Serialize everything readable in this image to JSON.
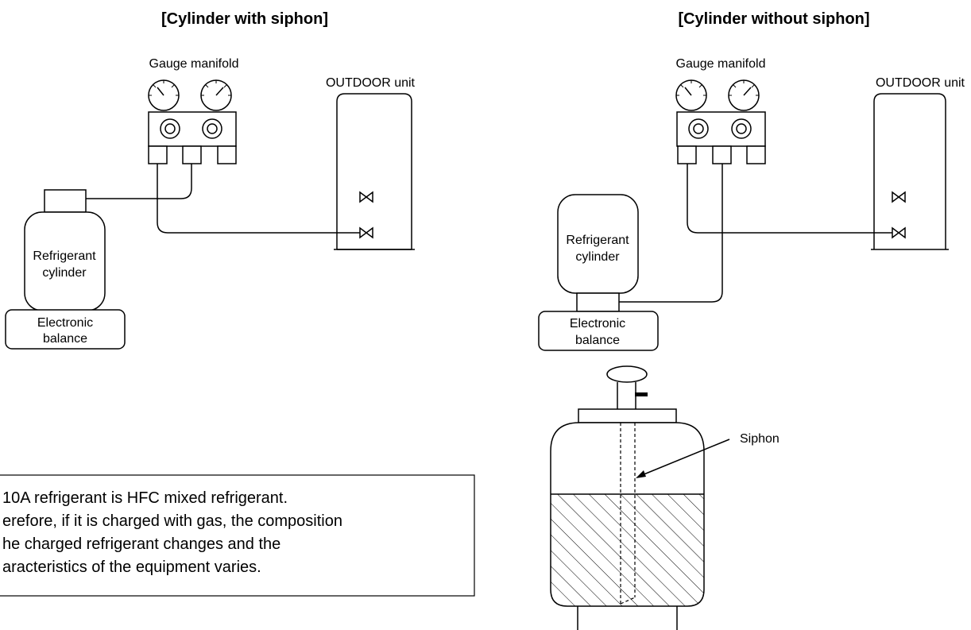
{
  "left_panel": {
    "title": "[Cylinder with siphon]",
    "gauge_label": "Gauge manifold",
    "outdoor_label": "OUTDOOR unit",
    "cylinder_label_1": "Refrigerant",
    "cylinder_label_2": "cylinder",
    "balance_label_1": "Electronic",
    "balance_label_2": "balance"
  },
  "right_panel": {
    "title": "[Cylinder without siphon]",
    "gauge_label": "Gauge manifold",
    "outdoor_label": "OUTDOOR unit",
    "cylinder_label_1": "Refrigerant",
    "cylinder_label_2": "cylinder",
    "balance_label_1": "Electronic",
    "balance_label_2": "balance",
    "siphon_label": "Siphon"
  },
  "note": {
    "line1": "10A refrigerant is HFC mixed refrigerant.",
    "line2": "erefore, if it is charged with gas, the composition",
    "line3": "he charged refrigerant changes and the",
    "line4": "aracteristics of the equipment varies."
  }
}
